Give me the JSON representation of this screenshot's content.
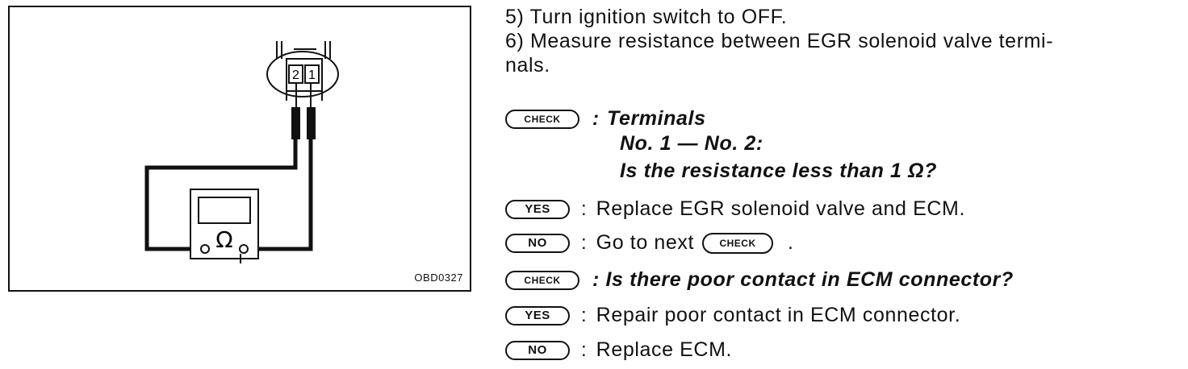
{
  "figure": {
    "id_label": "OBD0327",
    "connector_terminals": [
      "2",
      "1"
    ],
    "meter_symbol": "Ω"
  },
  "steps": {
    "step5": "5)  Turn ignition switch to OFF.",
    "step6_line1": "6)  Measure resistance between EGR solenoid valve termi-",
    "step6_line2": "nals."
  },
  "badges": {
    "check": "CHECK",
    "yes": "YES",
    "no": "NO"
  },
  "check1": {
    "colon": ":",
    "line1": "Terminals",
    "line2": "No. 1 — No. 2:",
    "line3": "Is the resistance less than 1 Ω?"
  },
  "yes1": {
    "colon": ":",
    "text": "Replace EGR solenoid valve and ECM."
  },
  "no1": {
    "colon": ":",
    "text_before": "Go to next",
    "text_after": "."
  },
  "check2": {
    "text": ": Is there poor contact in ECM connector?"
  },
  "yes2": {
    "colon": ":",
    "text": "Repair poor contact in ECM connector."
  },
  "no2": {
    "colon": ":",
    "text": "Replace ECM."
  }
}
